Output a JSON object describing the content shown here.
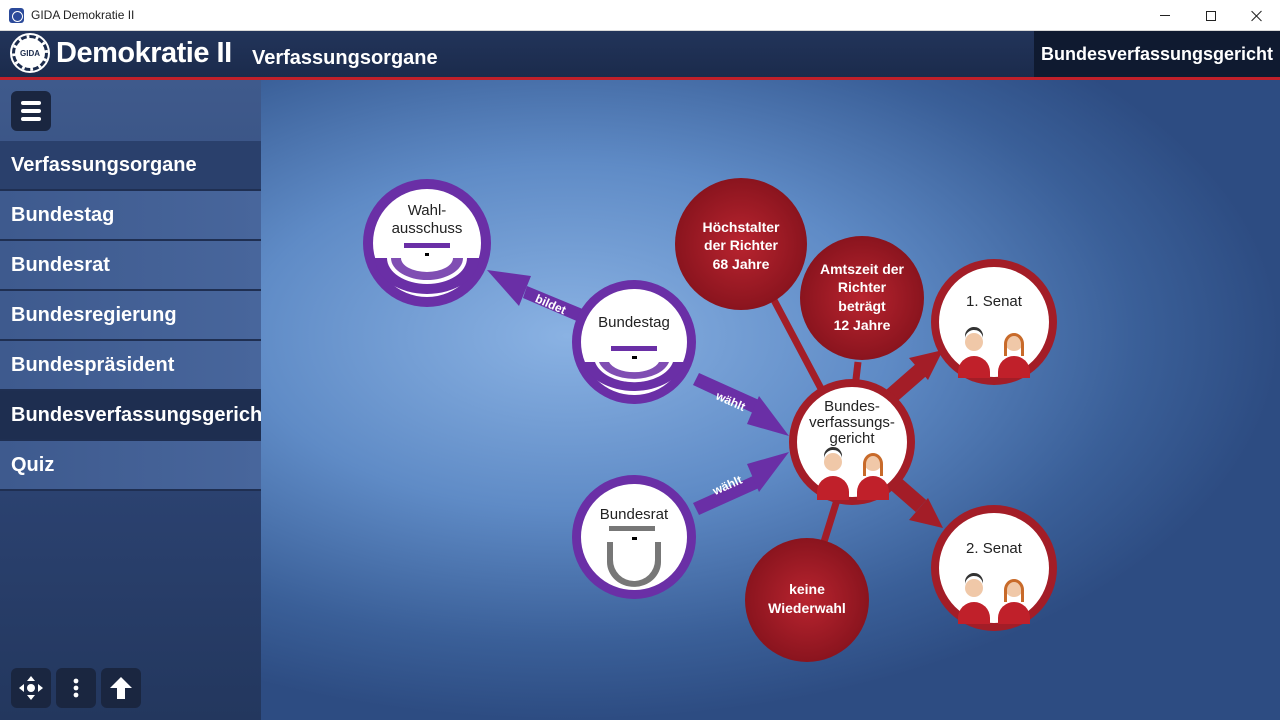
{
  "window": {
    "title": "GIDA Demokratie II"
  },
  "header": {
    "logo_text": "GIDA",
    "brand": "Demokratie II",
    "subtitle": "Verfassungsorgane",
    "current_section": "Bundesverfassungsgericht"
  },
  "sidebar": {
    "items": [
      {
        "label": "Verfassungsorgane"
      },
      {
        "label": "Bundestag"
      },
      {
        "label": "Bundesrat"
      },
      {
        "label": "Bundesregierung"
      },
      {
        "label": "Bundespräsident"
      },
      {
        "label": "Bundesverfassungsgericht"
      },
      {
        "label": "Quiz"
      }
    ],
    "bottom_icons": [
      "move-icon",
      "more-vertical-icon",
      "arrow-up-icon"
    ]
  },
  "diagram": {
    "nodes": {
      "wahlausschuss": {
        "line1": "Wahl-",
        "line2": "ausschuss"
      },
      "bundestag": {
        "label": "Bundestag"
      },
      "bundesrat": {
        "label": "Bundesrat"
      },
      "bverfg": {
        "line1": "Bundes-",
        "line2": "verfassungs-",
        "line3": "gericht"
      },
      "senat1": {
        "label": "1. Senat"
      },
      "senat2": {
        "label": "2. Senat"
      }
    },
    "facts": {
      "hoechstalter": {
        "line1": "Höchstalter",
        "line2": "der Richter",
        "line3": "68 Jahre"
      },
      "amtszeit": {
        "line1": "Amtszeit der",
        "line2": "Richter",
        "line3": "beträgt",
        "line4": "12 Jahre"
      },
      "wiederwahl": {
        "line1": "keine",
        "line2": "Wiederwahl"
      }
    },
    "arrows": {
      "bildet": "bildet",
      "waehlt_bt": "wählt",
      "waehlt_br": "wählt"
    },
    "colors": {
      "purple": "#6a2fa6",
      "red": "#a31d27",
      "dark_red": "#8e1520"
    }
  }
}
